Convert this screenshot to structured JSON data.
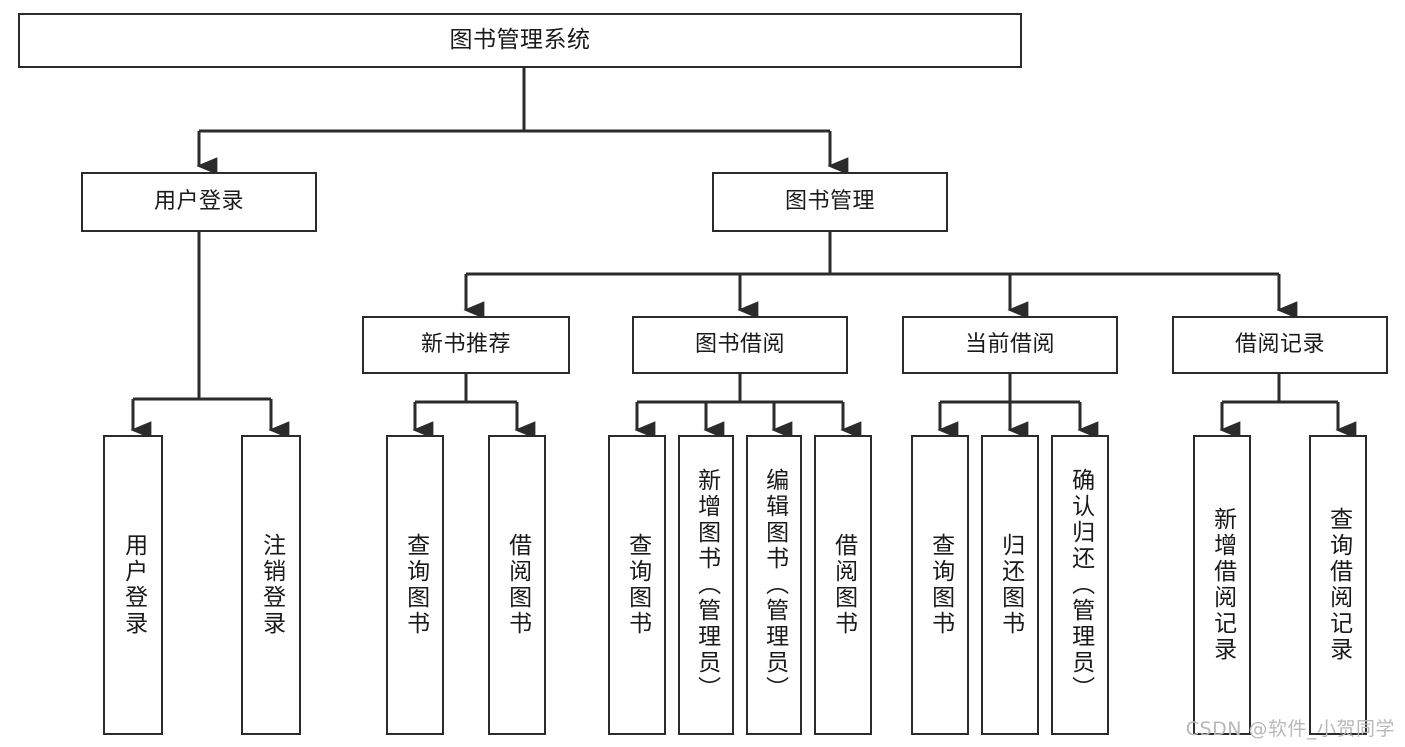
{
  "diagram": {
    "title": "图书管理系统",
    "type": "tree",
    "watermark": "CSDN @软件_小贺同学",
    "colors": {
      "box_border": "#2b2b2b",
      "box_fill": "#ffffff",
      "connector": "#2b2b2b",
      "text": "#1a1a1a",
      "watermark": "#b9b9b9",
      "background": "#ffffff"
    },
    "nodes": {
      "root": {
        "label": "图书管理系统"
      },
      "level2": [
        {
          "id": "user-login",
          "label": "用户登录"
        },
        {
          "id": "book-management",
          "label": "图书管理"
        }
      ],
      "level3": [
        {
          "id": "new-book-recommend",
          "label": "新书推荐"
        },
        {
          "id": "book-borrow",
          "label": "图书借阅"
        },
        {
          "id": "current-borrow",
          "label": "当前借阅"
        },
        {
          "id": "borrow-record",
          "label": "借阅记录"
        }
      ],
      "leaves": {
        "user_login": [
          {
            "id": "leaf-user-login",
            "label": "用户登录"
          },
          {
            "id": "leaf-logout-login",
            "label": "注销登录"
          }
        ],
        "new_book_recommend": [
          {
            "id": "leaf-query-book-1",
            "label": "查询图书"
          },
          {
            "id": "leaf-borrow-book-1",
            "label": "借阅图书"
          }
        ],
        "book_borrow": [
          {
            "id": "leaf-query-book-2",
            "label": "查询图书"
          },
          {
            "id": "leaf-add-book-admin",
            "label": "新增图书（管理员）"
          },
          {
            "id": "leaf-edit-book-admin",
            "label": "编辑图书（管理员）"
          },
          {
            "id": "leaf-borrow-book-2",
            "label": "借阅图书"
          }
        ],
        "current_borrow": [
          {
            "id": "leaf-query-book-3",
            "label": "查询图书"
          },
          {
            "id": "leaf-return-book",
            "label": "归还图书"
          },
          {
            "id": "leaf-confirm-return-admin",
            "label": "确认归还（管理员）"
          }
        ],
        "borrow_record": [
          {
            "id": "leaf-add-borrow-record",
            "label": "新增借阅记录"
          },
          {
            "id": "leaf-query-borrow-record",
            "label": "查询借阅记录"
          }
        ]
      }
    }
  }
}
